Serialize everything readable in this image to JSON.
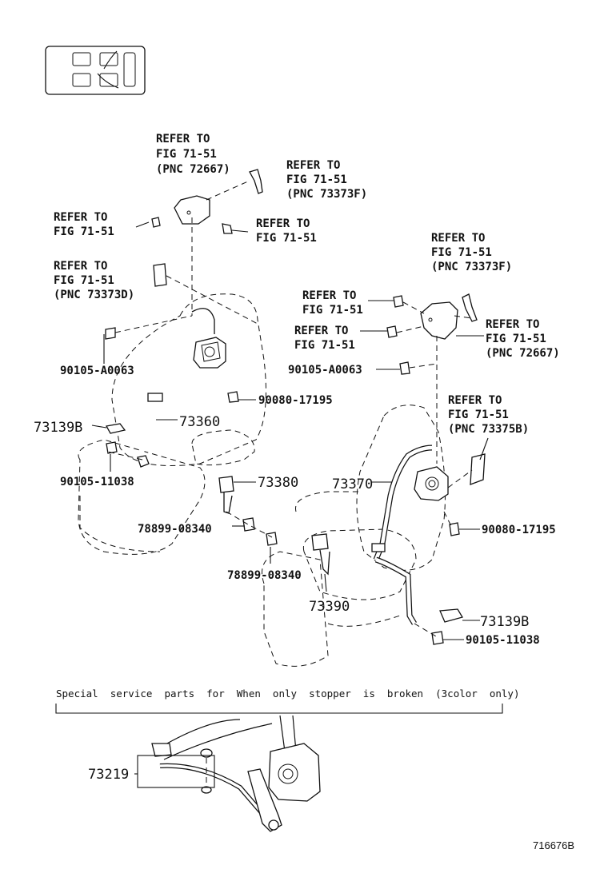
{
  "refs": {
    "r1": [
      "REFER TO",
      "FIG 71-51",
      "(PNC 72667)"
    ],
    "r2": [
      "REFER TO",
      "FIG 71-51",
      "(PNC 73373F)"
    ],
    "r3": [
      "REFER TO",
      "FIG 71-51"
    ],
    "r4": [
      "REFER TO",
      "FIG 71-51"
    ],
    "r5": [
      "REFER TO",
      "FIG 71-51",
      "(PNC 73373D)"
    ],
    "r6": [
      "REFER TO",
      "FIG 71-51",
      "(PNC 73373F)"
    ],
    "r7": [
      "REFER TO",
      "FIG 71-51"
    ],
    "r8": [
      "REFER TO",
      "FIG 71-51"
    ],
    "r9": [
      "REFER TO",
      "FIG 71-51",
      "(PNC 72667)"
    ],
    "r10": [
      "REFER TO",
      "FIG 71-51",
      "(PNC 73375B)"
    ]
  },
  "parts": {
    "p_90105_a0063_l": "90105-A0063",
    "p_90080_17195_l": "90080-17195",
    "p_73139b_l": "73139B",
    "p_73360": "73360",
    "p_90105_11038_l": "90105-11038",
    "p_73380": "73380",
    "p_78899_08340_a": "78899-08340",
    "p_78899_08340_b": "78899-08340",
    "p_90105_a0063_r": "90105-A0063",
    "p_73370": "73370",
    "p_90080_17195_r": "90080-17195",
    "p_73390": "73390",
    "p_73139b_r": "73139B",
    "p_90105_11038_r": "90105-11038",
    "p_73219": "73219"
  },
  "note": "Special  service  parts  for  When  only  stopper  is  broken  (3color  only)",
  "figure_id": "716676B"
}
